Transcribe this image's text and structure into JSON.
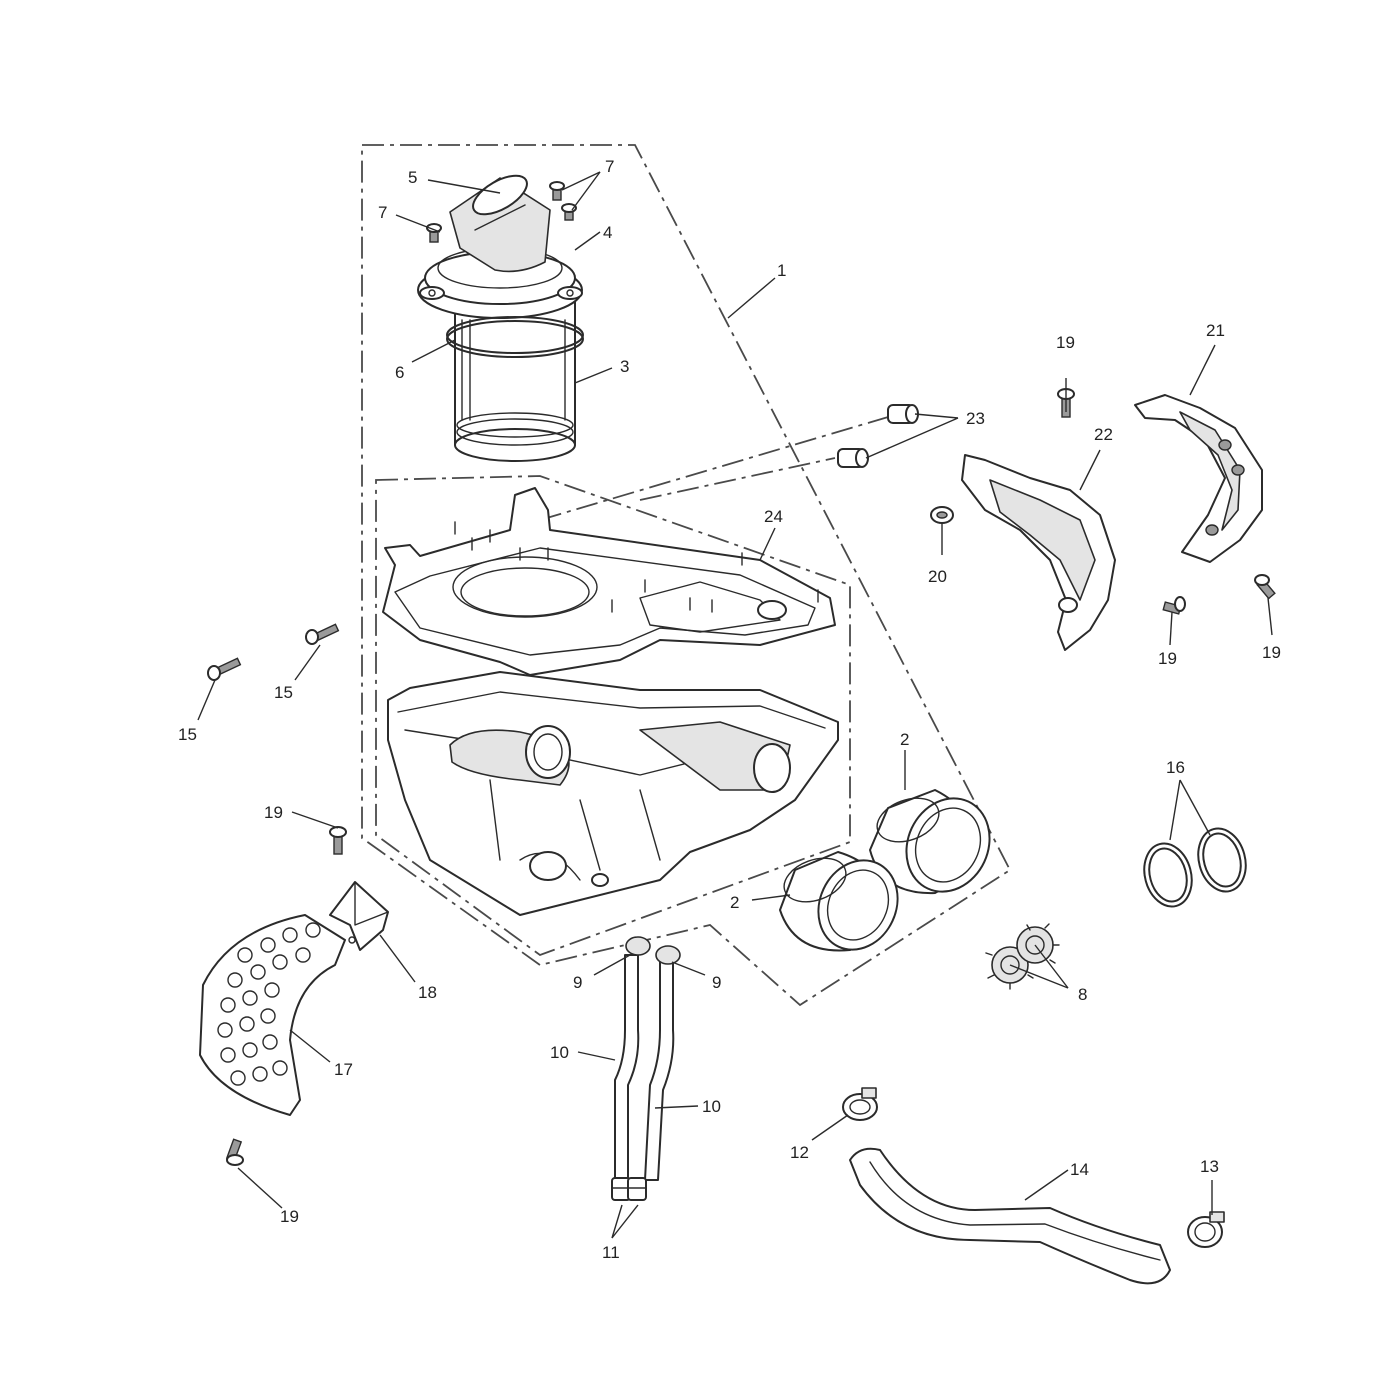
{
  "diagram": {
    "callouts": [
      {
        "id": "c1",
        "text": "1"
      },
      {
        "id": "c2a",
        "text": "2"
      },
      {
        "id": "c2b",
        "text": "2"
      },
      {
        "id": "c3",
        "text": "3"
      },
      {
        "id": "c4",
        "text": "4"
      },
      {
        "id": "c5",
        "text": "5"
      },
      {
        "id": "c6",
        "text": "6"
      },
      {
        "id": "c7a",
        "text": "7"
      },
      {
        "id": "c7b",
        "text": "7"
      },
      {
        "id": "c8",
        "text": "8"
      },
      {
        "id": "c9a",
        "text": "9"
      },
      {
        "id": "c9b",
        "text": "9"
      },
      {
        "id": "c10a",
        "text": "10"
      },
      {
        "id": "c10b",
        "text": "10"
      },
      {
        "id": "c11",
        "text": "11"
      },
      {
        "id": "c12",
        "text": "12"
      },
      {
        "id": "c13",
        "text": "13"
      },
      {
        "id": "c14",
        "text": "14"
      },
      {
        "id": "c15a",
        "text": "15"
      },
      {
        "id": "c15b",
        "text": "15"
      },
      {
        "id": "c16",
        "text": "16"
      },
      {
        "id": "c17",
        "text": "17"
      },
      {
        "id": "c18",
        "text": "18"
      },
      {
        "id": "c19a",
        "text": "19"
      },
      {
        "id": "c19b",
        "text": "19"
      },
      {
        "id": "c19c",
        "text": "19"
      },
      {
        "id": "c19d",
        "text": "19"
      },
      {
        "id": "c19e",
        "text": "19"
      },
      {
        "id": "c20",
        "text": "20"
      },
      {
        "id": "c21",
        "text": "21"
      },
      {
        "id": "c22",
        "text": "22"
      },
      {
        "id": "c23",
        "text": "23"
      },
      {
        "id": "c24",
        "text": "24"
      }
    ]
  }
}
